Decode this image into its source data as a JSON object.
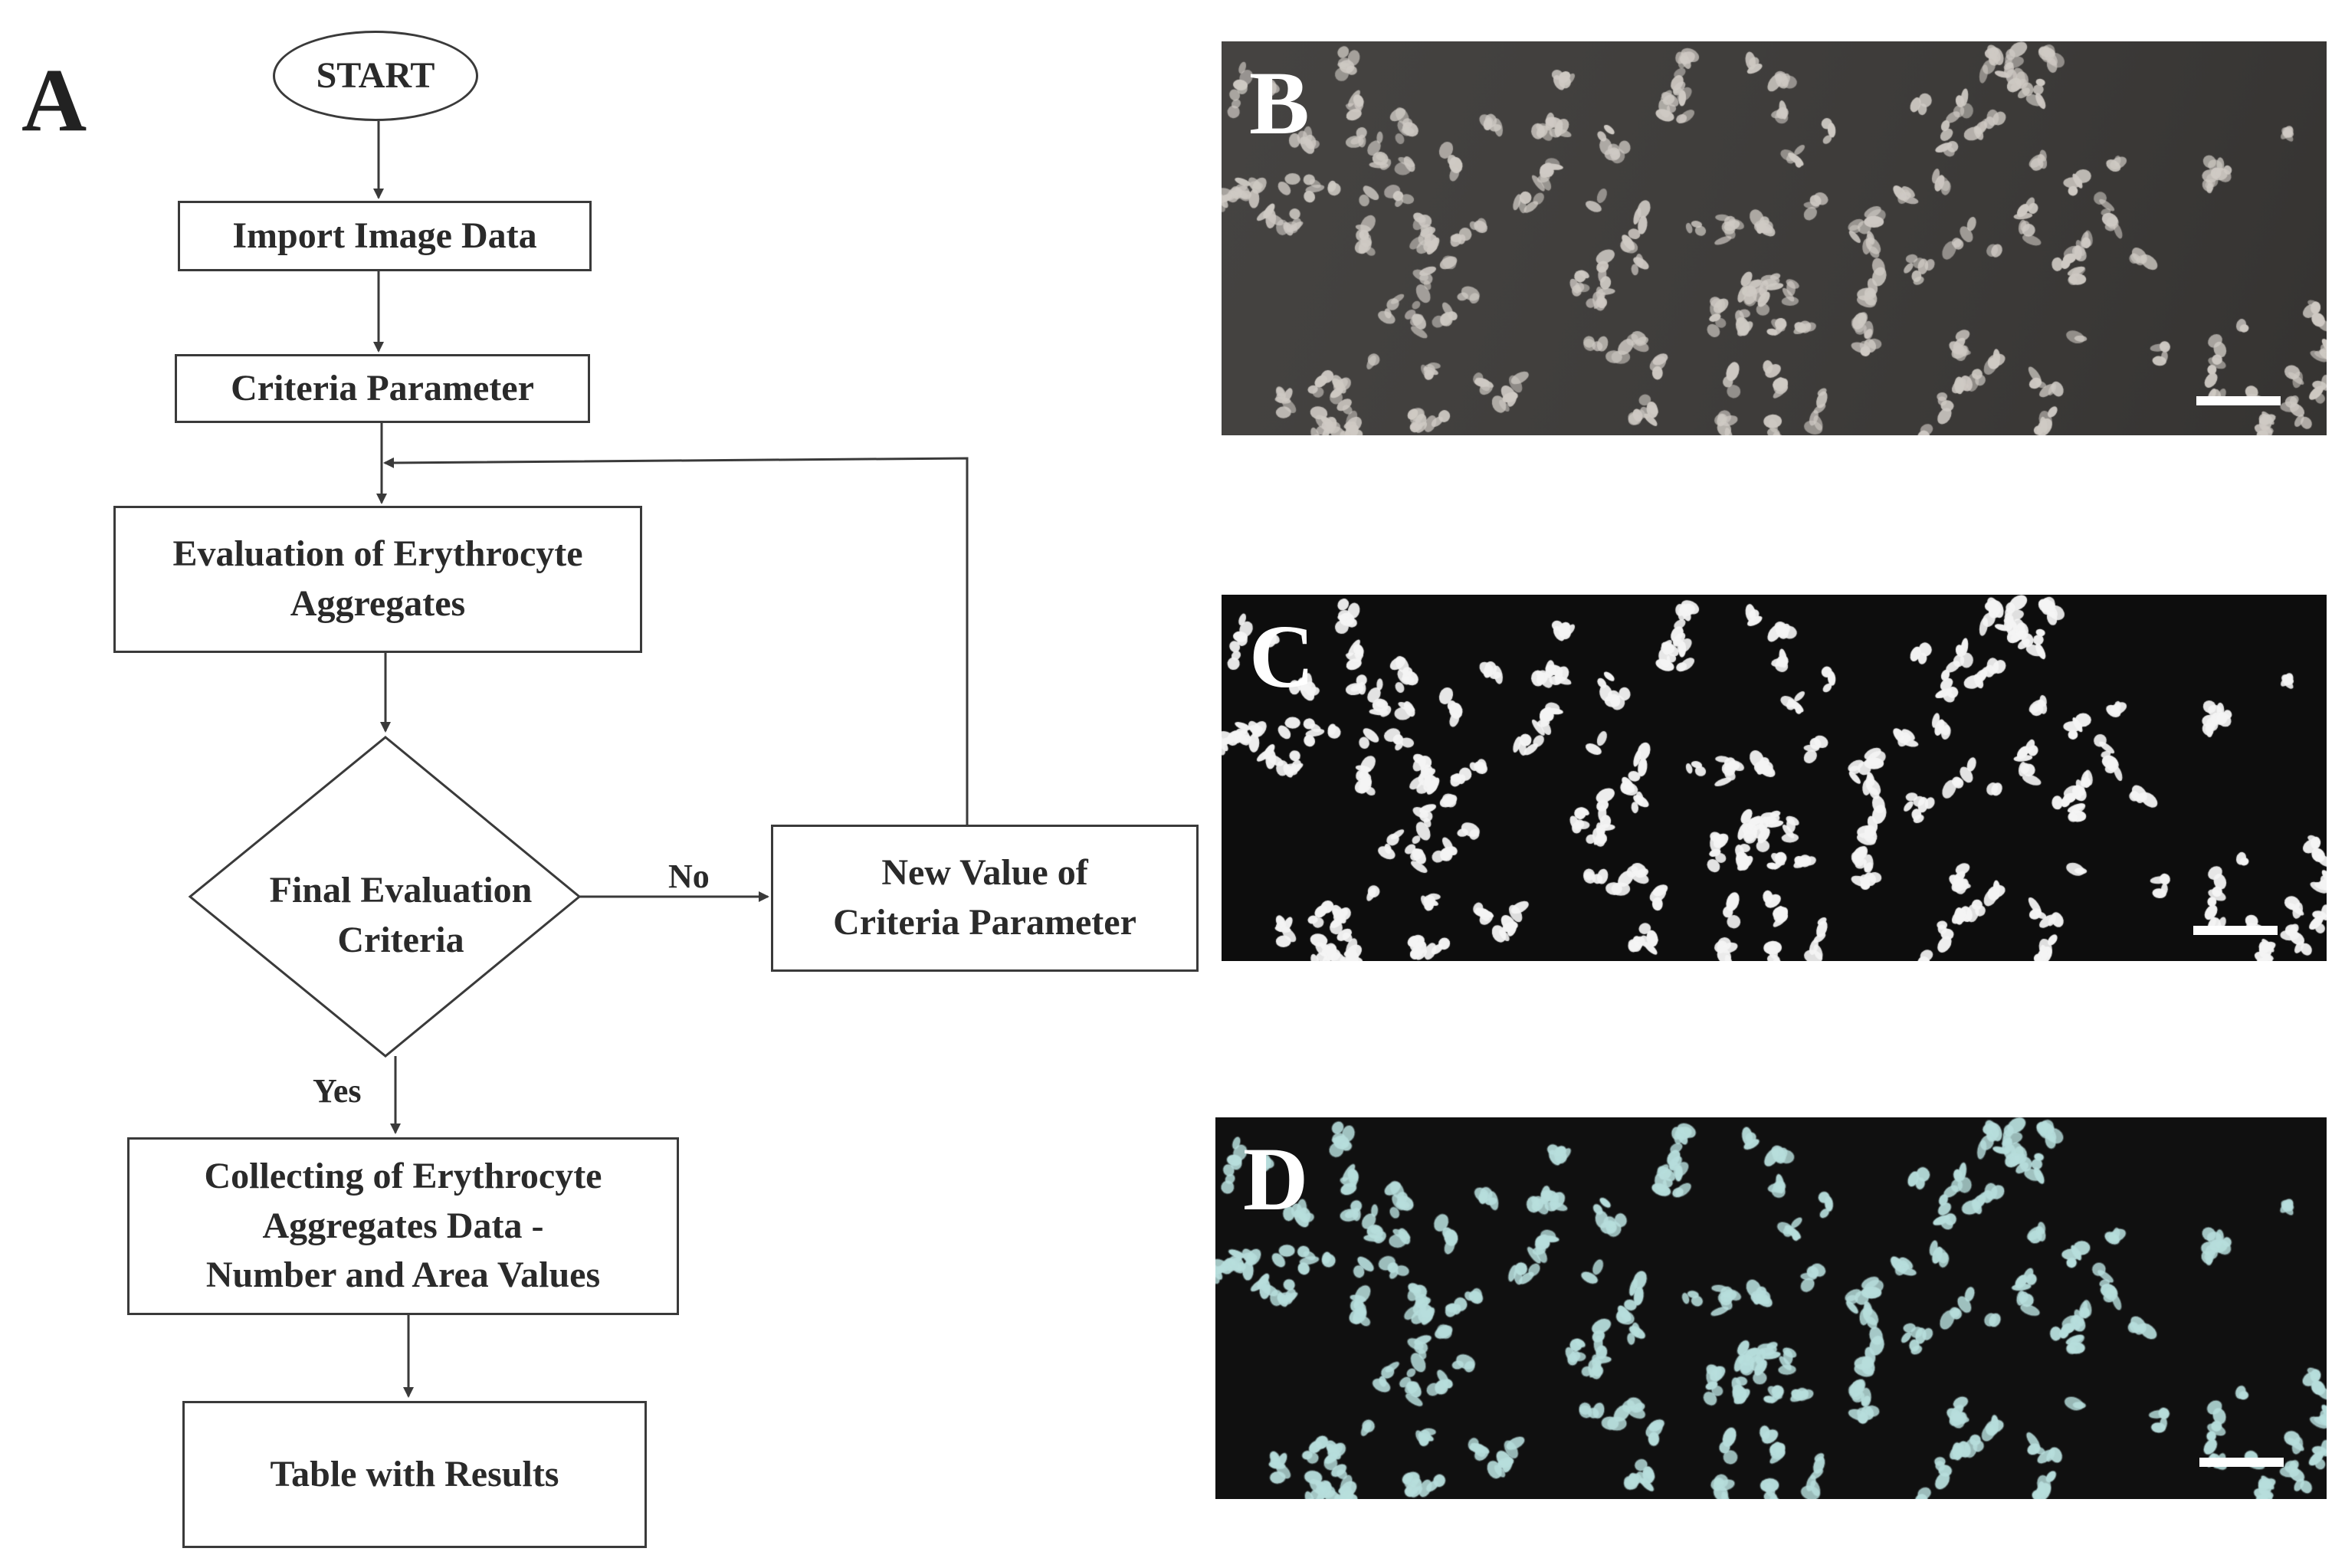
{
  "panels": {
    "A": "A",
    "B": "B",
    "C": "C",
    "D": "D"
  },
  "flowchart": {
    "start": "START",
    "import": "Import Image Data",
    "criteria": "Criteria Parameter",
    "evaluation": "Evaluation of Erythrocyte\nAggregates",
    "decision": "Final Evaluation\nCriteria",
    "new_value": "New Value of\nCriteria Parameter",
    "collecting": "Collecting of Erythrocyte\nAggregates Data -\nNumber and Area Values",
    "table": "Table with Results",
    "edge_no": "No",
    "edge_yes": "Yes"
  },
  "colors": {
    "panel_b_background": "#3a3836",
    "panel_b_cells": "#cfcac4",
    "panel_c_background": "#0d0d0d",
    "panel_c_cells": "#f4f4f4",
    "panel_d_background": "#101010",
    "panel_d_cells": "#b7dedc",
    "scale_bar": "#ffffff"
  }
}
